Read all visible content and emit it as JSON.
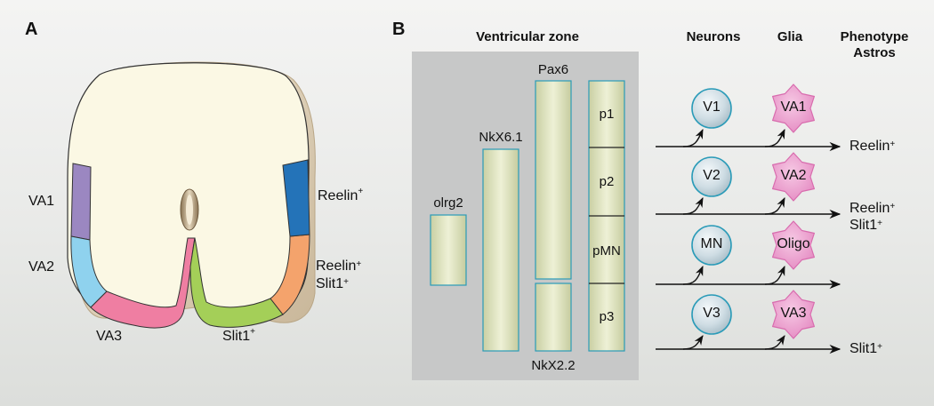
{
  "panel_a": {
    "letter": "A",
    "left_labels": [
      "VA1",
      "VA2",
      "VA3"
    ],
    "right_labels": [
      {
        "lines": [
          {
            "base": "Reelin",
            "sup": "+"
          }
        ]
      },
      {
        "lines": [
          {
            "base": "Reelin",
            "sup": "+"
          },
          {
            "base": "Slit1",
            "sup": "+"
          }
        ]
      },
      {
        "lines": [
          {
            "base": "Slit1",
            "sup": "+"
          }
        ]
      }
    ],
    "domain_colors": {
      "VA1": "#9b87c1",
      "VA2": "#8fd2ee",
      "VA3": "#ef7ea2",
      "reelin": "#2473b8",
      "reelin_slit1": "#f4a36c",
      "slit1": "#a4cf58"
    }
  },
  "panel_b": {
    "letter": "B",
    "ventricular_zone_title": "Ventricular zone",
    "column_headers": {
      "neurons": "Neurons",
      "glia": "Glia",
      "phenotype": "Phenotype",
      "astros": "Astros"
    },
    "transcription_factors": [
      "olrg2",
      "NkX6.1",
      "Pax6",
      "NkX2.2"
    ],
    "progenitor_domains": [
      "p1",
      "p2",
      "pMN",
      "p3"
    ],
    "lineage_rows": [
      {
        "neuron": "V1",
        "glia": "VA1",
        "phenotype": [
          {
            "base": "Reelin",
            "sup": "+"
          }
        ]
      },
      {
        "neuron": "V2",
        "glia": "VA2",
        "phenotype": [
          {
            "base": "Reelin",
            "sup": "+"
          },
          {
            "base": "Slit1",
            "sup": "+"
          }
        ]
      },
      {
        "neuron": "MN",
        "glia": "Oligo",
        "phenotype": []
      },
      {
        "neuron": "V3",
        "glia": "VA3",
        "phenotype": [
          {
            "base": "Slit1",
            "sup": "+"
          }
        ]
      }
    ]
  }
}
